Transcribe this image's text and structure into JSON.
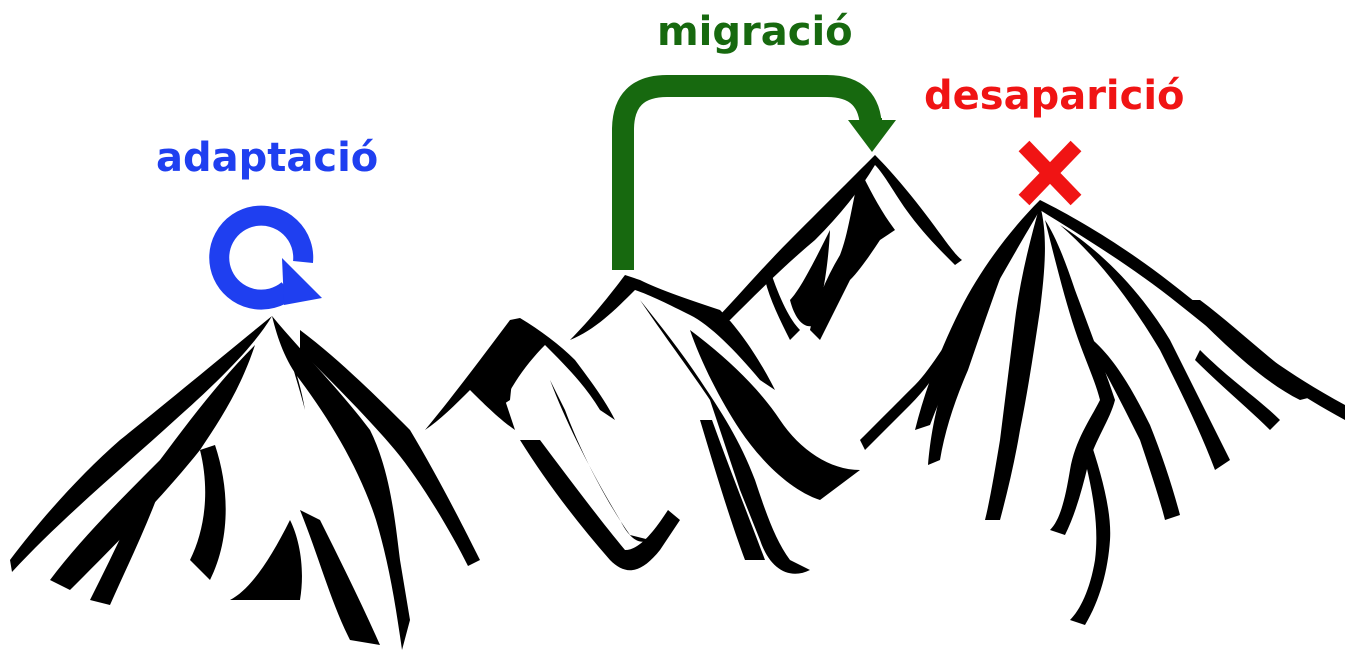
{
  "labels": {
    "adaptation": "adaptació",
    "migration": "migració",
    "disappearance": "desaparició"
  },
  "colors": {
    "adaptation": "#1f3ff0",
    "migration": "#17690f",
    "disappearance": "#f01414",
    "mountain": "#000000",
    "background": "#ffffff"
  },
  "icons": {
    "adaptation": "circular-arrow-icon",
    "migration": "curved-arrow-icon",
    "disappearance": "cross-icon"
  }
}
